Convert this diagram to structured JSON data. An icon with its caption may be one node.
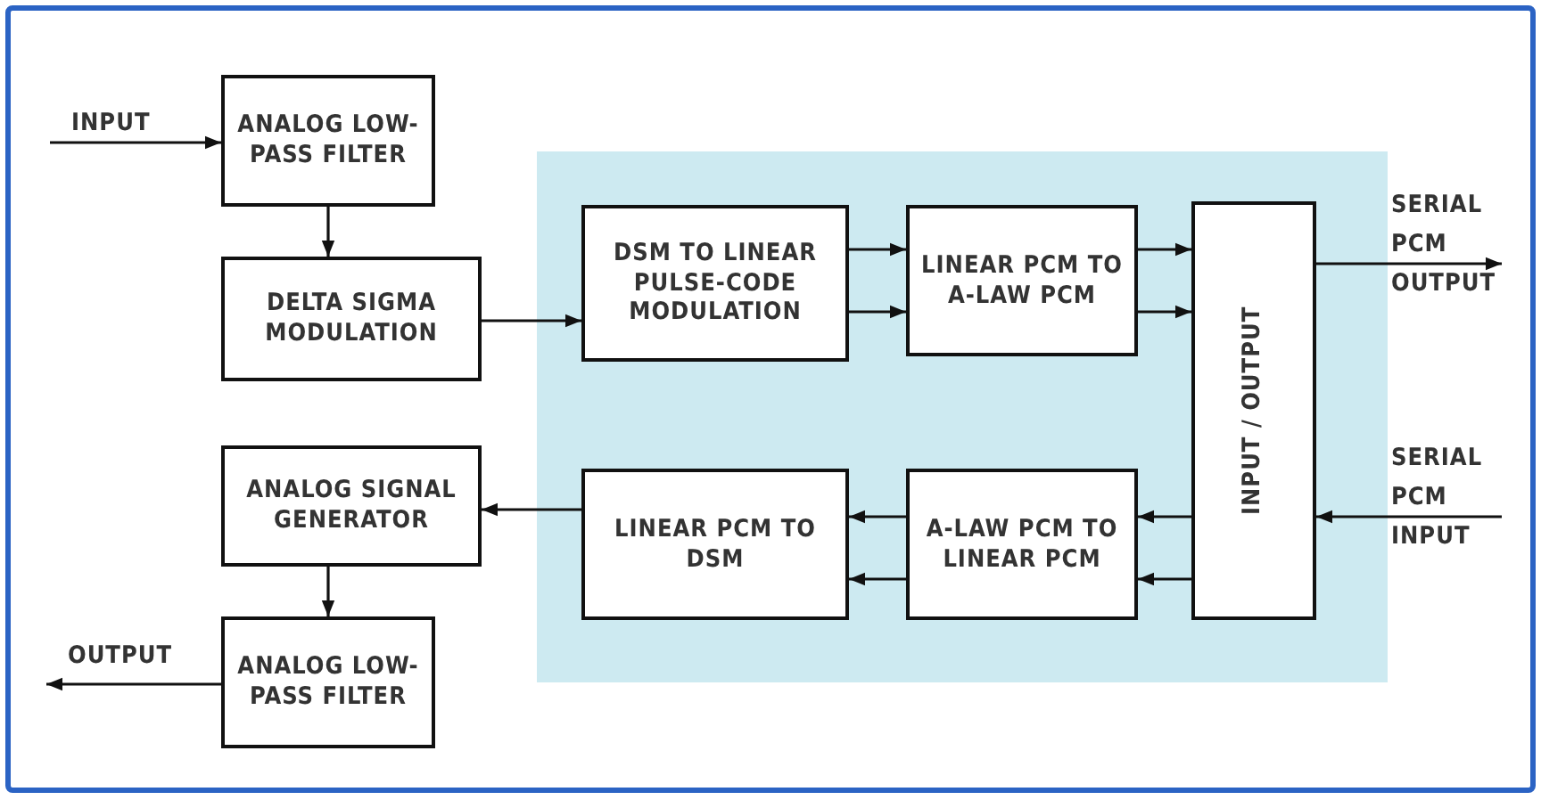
{
  "diagram": {
    "nodes": [
      {
        "text": [
          "INPUT"
        ]
      },
      {
        "text": [
          "ANALOG LOW-PASS FILTER"
        ]
      },
      {
        "text": [
          "DELTA SIGMA MODULATION"
        ]
      },
      {
        "text": [],
        "shape": "box"
      },
      {
        "text": [
          "DSM TO LINEAR PULSE-CODE MODULATION"
        ],
        "in": 3
      },
      {
        "text": [
          "LINEAR PCM TO A-LAW PCM"
        ],
        "in": 3
      },
      {
        "text": [
          "INPUT / OUTPUT"
        ],
        "in": 3
      },
      {
        "text": [
          "SERIAL PCM OUTPUT"
        ]
      },
      {
        "text": [
          "ANALOG SIGNAL GENERATOR"
        ]
      },
      {
        "text": [
          "LINEAR PCM TO DSM"
        ],
        "in": 3
      },
      {
        "text": [
          "A-LAW PCM TO LINEAR PCM"
        ],
        "in": 3
      },
      {
        "text": [
          "SERIAL PCM INPUT"
        ]
      },
      {
        "text": [
          "OUTPUT"
        ]
      },
      {
        "text": [
          "ANALOG LOW-PASS FILTER"
        ]
      }
    ],
    "edges": [
      {
        "from": 0,
        "to": 1,
        "arrow": "to"
      },
      {
        "from": 1,
        "to": 2,
        "arrow": "to"
      },
      {
        "from": 2,
        "to": 4,
        "arrow": "to"
      },
      {
        "from": 4,
        "to": 5,
        "arrow": "to"
      },
      {
        "from": 4,
        "to": 5,
        "arrow": "to"
      },
      {
        "from": 5,
        "to": 6,
        "arrow": "to"
      },
      {
        "from": 5,
        "to": 6,
        "arrow": "to"
      },
      {
        "from": 6,
        "to": 7,
        "arrow": "to"
      },
      {
        "from": 11,
        "to": 6,
        "arrow": "to"
      },
      {
        "from": 6,
        "to": 10,
        "arrow": "to"
      },
      {
        "from": 6,
        "to": 10,
        "arrow": "to"
      },
      {
        "from": 10,
        "to": 9,
        "arrow": "to"
      },
      {
        "from": 10,
        "to": 9,
        "arrow": "to"
      },
      {
        "from": 9,
        "to": 8,
        "arrow": "to"
      },
      {
        "from": 8,
        "to": 13,
        "arrow": "to"
      },
      {
        "from": 13,
        "to": 12,
        "arrow": "to"
      }
    ]
  }
}
